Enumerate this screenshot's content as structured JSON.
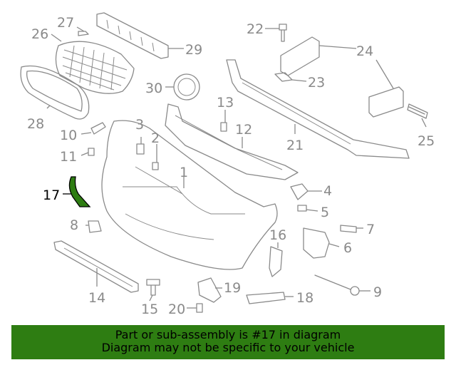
{
  "diagram": {
    "callouts": [
      "1",
      "2",
      "3",
      "4",
      "5",
      "6",
      "7",
      "8",
      "9",
      "10",
      "11",
      "12",
      "13",
      "14",
      "15",
      "16",
      "17",
      "18",
      "19",
      "20",
      "21",
      "22",
      "23",
      "24",
      "25",
      "26",
      "27",
      "28",
      "29",
      "30"
    ],
    "highlighted_callout": "17",
    "colors": {
      "line": "#8a8a8a",
      "highlight_part": "#2e7d12",
      "highlight_text": "#000000"
    }
  },
  "footer": {
    "line1": "Part or sub-assembly is #17 in diagram",
    "line2": "Diagram may not be specific to your vehicle",
    "background": "#2e7d12"
  }
}
